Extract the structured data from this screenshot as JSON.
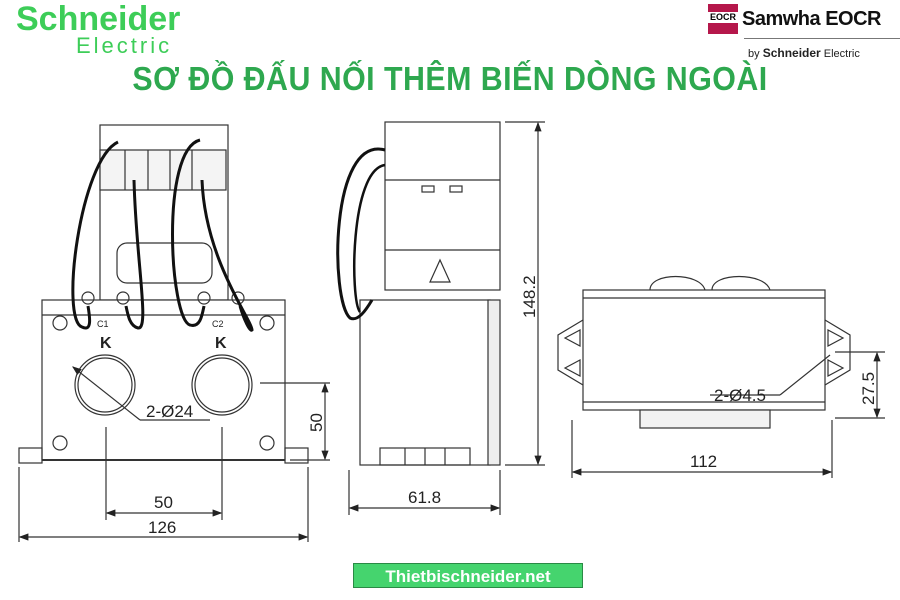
{
  "header": {
    "brand_logo": {
      "line1": "Schneider",
      "line2": "Electric"
    },
    "partner_logo": {
      "badge": "EOCR",
      "name": "Samwha EOCR",
      "by": "by",
      "by_brand": "Schneider",
      "by_brand2": "Electric"
    },
    "title": "SƠ ĐỒ ĐẤU NỐI THÊM BIẾN DÒNG NGOÀI"
  },
  "drawing": {
    "front_view": {
      "terminal_labels": [
        "C1",
        "C2"
      ],
      "k_marks": [
        "K",
        "K"
      ],
      "hole_dim": "2-Ø24",
      "height_dim": "50",
      "spacing_dim": "50",
      "width_dim": "126"
    },
    "side_view": {
      "height_dim": "148.2",
      "depth_dim": "61.8"
    },
    "bottom_view": {
      "mount_hole_dim": "2-Ø4.5",
      "offset_dim": "27.5",
      "width_dim": "112"
    }
  },
  "footer": {
    "link_text": "Thietbischneider.net"
  },
  "colors": {
    "brand_green": "#3dcd58",
    "title_green": "#2ea84f",
    "eocr_red": "#b5174b",
    "footer_green": "#45d46e"
  }
}
